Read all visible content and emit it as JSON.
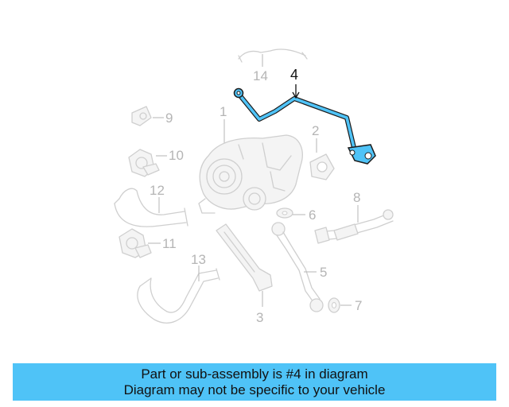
{
  "diagram": {
    "highlight_color": "#4fc3f7",
    "part_color": "#cfcfcf",
    "callouts": [
      "14",
      "4",
      "9",
      "1",
      "2",
      "10",
      "12",
      "8",
      "6",
      "11",
      "5",
      "13",
      "7",
      "3"
    ]
  },
  "banner": {
    "line1": "Part or sub-assembly is #4 in diagram",
    "line2": "Diagram may not be specific to your vehicle",
    "background": "#4fc3f7"
  }
}
